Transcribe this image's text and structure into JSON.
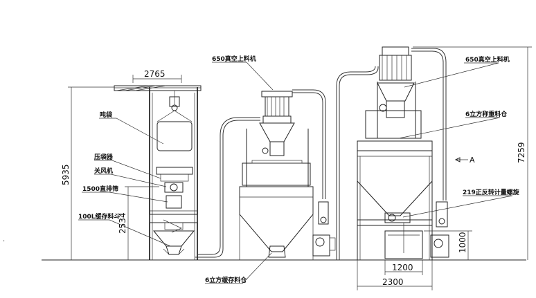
{
  "diagram": {
    "labels": {
      "ton_bag": "吨袋",
      "bag_press": "压袋器",
      "airlock": "关风机",
      "screen_1500": "1500直排筛",
      "hopper_100l": "100L缓存料斗",
      "vacuum_loader_1": "650真空上料机",
      "buffer_silo_6m3": "6立方缓存料仓",
      "vacuum_loader_2": "650真空上料机",
      "weigh_silo_6m3": "6立方称重料仓",
      "screw_219": "219正反转计量螺旋",
      "view_a": "A"
    },
    "dimensions": {
      "w_2765": "2765",
      "h_5935": "5935",
      "h_2534": "2534",
      "h_7259": "7259",
      "h_1000": "1000",
      "w_1200": "1200",
      "w_2300": "2300"
    }
  }
}
